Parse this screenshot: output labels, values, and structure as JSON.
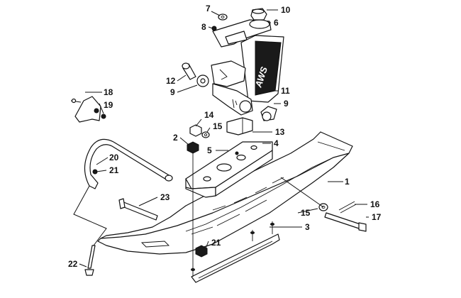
{
  "diagram": {
    "type": "exploded-parts-diagram",
    "brand_text": "AWS",
    "callouts": [
      {
        "id": "c1",
        "label": "1"
      },
      {
        "id": "c2",
        "label": "2"
      },
      {
        "id": "c3",
        "label": "3"
      },
      {
        "id": "c4",
        "label": "4"
      },
      {
        "id": "c5",
        "label": "5"
      },
      {
        "id": "c6",
        "label": "6"
      },
      {
        "id": "c7",
        "label": "7"
      },
      {
        "id": "c8",
        "label": "8"
      },
      {
        "id": "c9a",
        "label": "9"
      },
      {
        "id": "c9b",
        "label": "9"
      },
      {
        "id": "c10",
        "label": "10"
      },
      {
        "id": "c11",
        "label": "11"
      },
      {
        "id": "c12",
        "label": "12"
      },
      {
        "id": "c13",
        "label": "13"
      },
      {
        "id": "c14",
        "label": "14"
      },
      {
        "id": "c15a",
        "label": "15"
      },
      {
        "id": "c15b",
        "label": "15"
      },
      {
        "id": "c16",
        "label": "16"
      },
      {
        "id": "c17",
        "label": "17"
      },
      {
        "id": "c18",
        "label": "18"
      },
      {
        "id": "c19",
        "label": "19"
      },
      {
        "id": "c20",
        "label": "20"
      },
      {
        "id": "c21a",
        "label": "21"
      },
      {
        "id": "c21b",
        "label": "21"
      },
      {
        "id": "c22",
        "label": "22"
      },
      {
        "id": "c23",
        "label": "23"
      }
    ]
  }
}
